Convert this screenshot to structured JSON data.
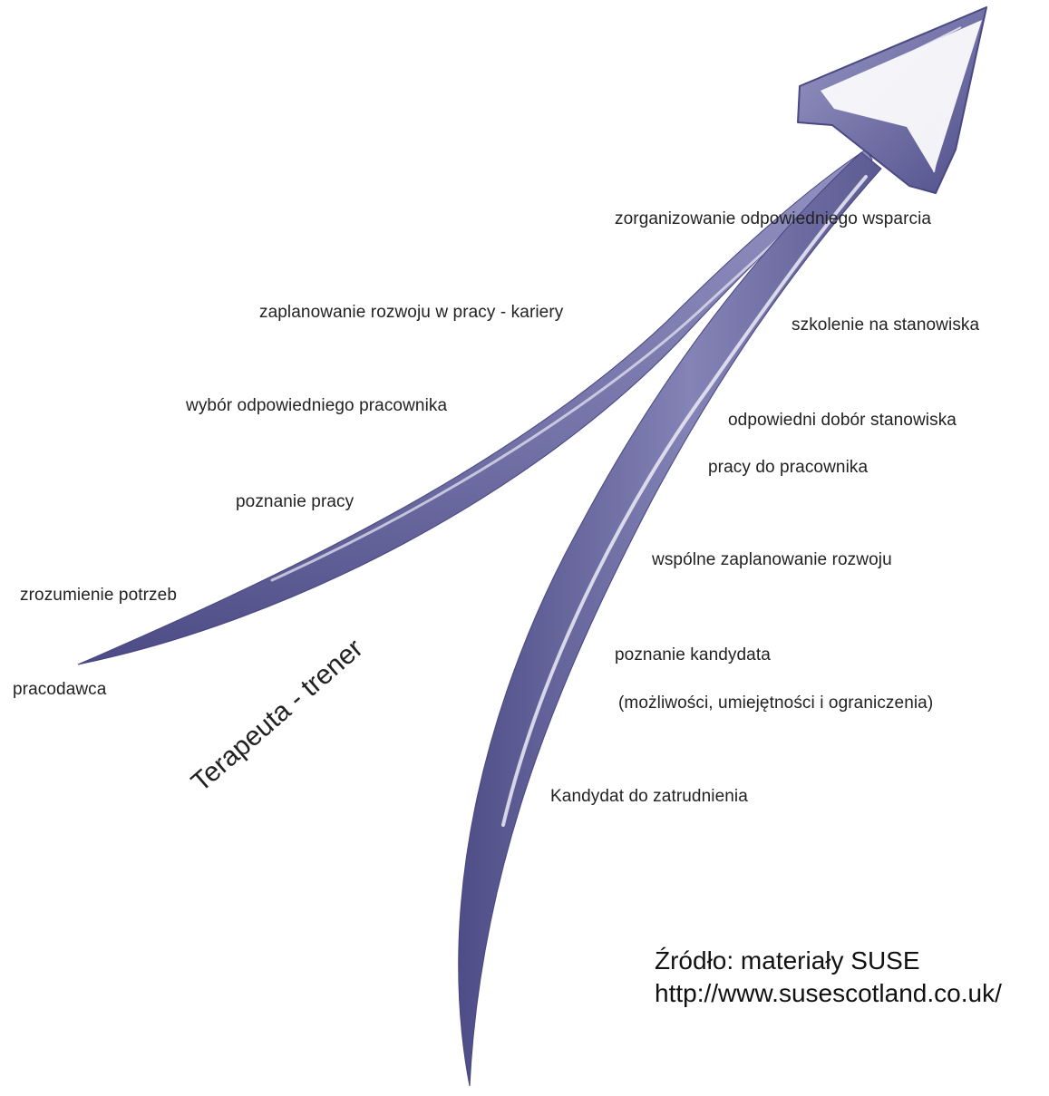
{
  "title": "Terapeuta - trener",
  "employer_path": {
    "start": "pracodawca",
    "steps": [
      "zrozumienie potrzeb",
      "poznanie pracy",
      "wybór odpowiedniego pracownika",
      "zaplanowanie rozwoju w pracy - kariery"
    ]
  },
  "candidate_path": {
    "start": "Kandydat do zatrudnienia",
    "steps": [
      "(możliwości, umiejętności i ograniczenia)",
      "poznanie kandydata",
      "wspólne zaplanowanie rozwoju",
      "pracy do pracownika",
      "odpowiedni dobór stanowiska",
      "szkolenie na stanowiska"
    ]
  },
  "goal": "zorganizowanie odpowiedniego  wsparcia",
  "source": {
    "label": "Źródło: materiały SUSE",
    "url": "http://www.susescotland.co.uk/"
  },
  "colors": {
    "arrow_main": "#6f6ea3",
    "arrow_dark": "#4a4982",
    "arrow_highlight": "#e4e4f2"
  }
}
